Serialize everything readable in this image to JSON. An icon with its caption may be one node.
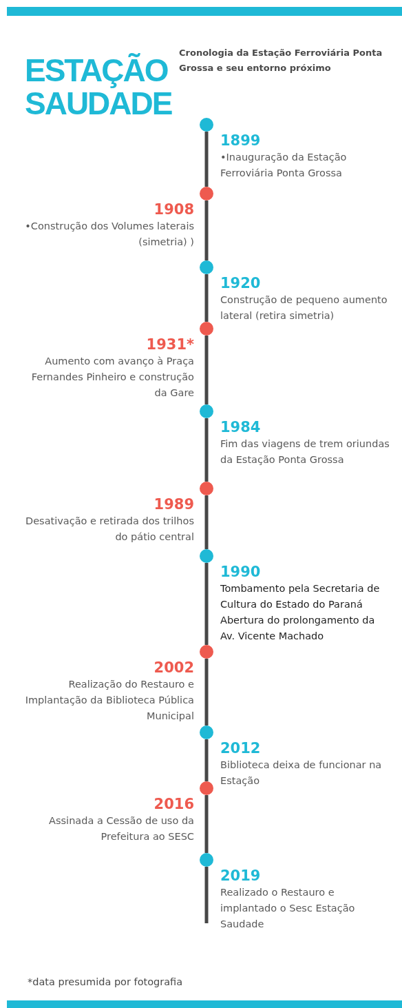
{
  "diagram": {
    "title": "ESTAÇÃO SAUDADE",
    "nodes": [
      {
        "text": [],
        "shape": "circle",
        "beside": [
          "1899",
          "•Inauguração da Estação Ferroviária Ponta Grossa"
        ]
      },
      {
        "text": [],
        "shape": "circle",
        "beside": [
          "1908",
          "•Construção dos Volumes laterais (simetria) )"
        ]
      },
      {
        "text": [],
        "shape": "circle",
        "beside": [
          "1920",
          "Construção de pequeno aumento lateral (retira simetria)"
        ]
      },
      {
        "text": [],
        "shape": "circle",
        "beside": [
          "1931*",
          "Aumento com avanço à Praça Fernandes Pinheiro e construção da Gare"
        ]
      },
      {
        "text": [],
        "shape": "circle",
        "beside": [
          "1984",
          "Fim das viagens de trem oriundas da Estação Ponta Grossa"
        ]
      },
      {
        "text": [],
        "shape": "circle",
        "beside": [
          "1989",
          "Desativação e retirada dos trilhos do pátio central"
        ]
      },
      {
        "text": [],
        "shape": "circle",
        "beside": [
          "1990",
          "Tombamento pela Secretaria de Cultura do Estado do Paraná Abertura do prolongamento da Av. Vicente Machado"
        ]
      },
      {
        "text": [],
        "shape": "circle",
        "beside": [
          "2002",
          "Realização do Restauro e Implantação da Biblioteca Pública Municipal"
        ]
      },
      {
        "text": [],
        "shape": "circle",
        "beside": [
          "2012",
          "Biblioteca deixa de funcionar na Estação"
        ]
      },
      {
        "text": [],
        "shape": "circle",
        "beside": [
          "2016",
          "Assinada a Cessão de uso da Prefeitura ao SESC"
        ]
      },
      {
        "text": [],
        "shape": "circle",
        "beside": [
          "2019",
          "Realizado o Restauro e implantado o Sesc Estação Saudade"
        ]
      }
    ],
    "edges": [
      {
        "from": 0,
        "to": 1,
        "arrow": "none"
      },
      {
        "from": 1,
        "to": 2,
        "arrow": "none"
      },
      {
        "from": 2,
        "to": 3,
        "arrow": "none"
      },
      {
        "from": 3,
        "to": 4,
        "arrow": "none"
      },
      {
        "from": 4,
        "to": 5,
        "arrow": "none"
      },
      {
        "from": 5,
        "to": 6,
        "arrow": "none"
      },
      {
        "from": 6,
        "to": 7,
        "arrow": "none"
      },
      {
        "from": 7,
        "to": 8,
        "arrow": "none"
      },
      {
        "from": 8,
        "to": 9,
        "arrow": "none"
      },
      {
        "from": 9,
        "to": 10,
        "arrow": "none"
      }
    ],
    "labels": [
      "Cronologia da Estação Ferroviária Ponta Grossa e seu entorno próximo",
      "*data presumida por fotografia"
    ]
  }
}
